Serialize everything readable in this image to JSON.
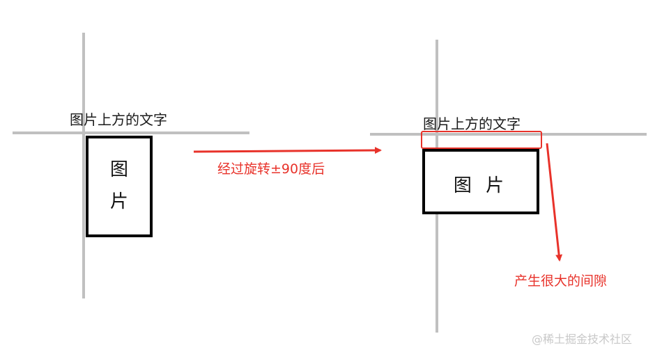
{
  "left_panel": {
    "text_above": "图片上方的文字",
    "image_label_top": "图",
    "image_label_bottom": "片"
  },
  "transition": {
    "caption": "经过旋转±90度后"
  },
  "right_panel": {
    "text_above": "图片上方的文字",
    "image_label": "图 片",
    "gap_caption": "产生很大的间隙"
  },
  "watermark": "@稀土掘金技术社区",
  "colors": {
    "axis_line": "#c0c0c0",
    "box_border": "#000000",
    "annotation": "#e8322a",
    "text": "#1a1a1a"
  }
}
